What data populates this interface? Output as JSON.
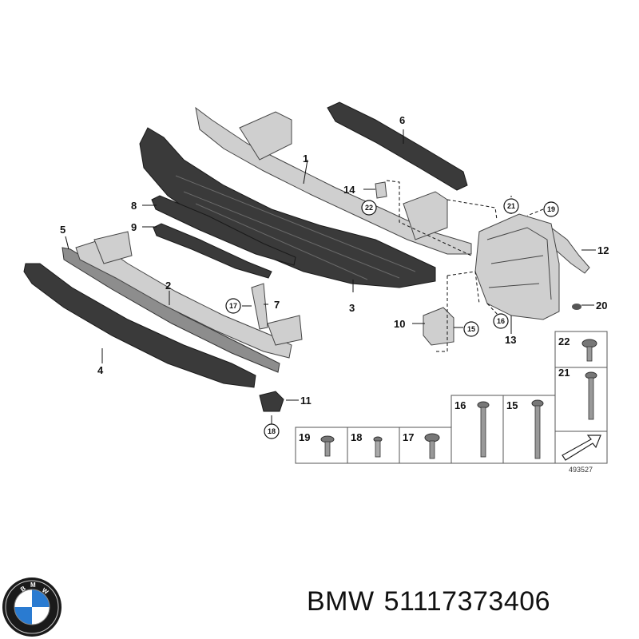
{
  "diagram": {
    "callouts": [
      "1",
      "2",
      "3",
      "4",
      "5",
      "6",
      "7",
      "8",
      "9",
      "10",
      "11",
      "12",
      "13",
      "14",
      "15",
      "16",
      "17",
      "18",
      "19",
      "20",
      "21",
      "22"
    ],
    "circled": [
      "22",
      "21",
      "19",
      "17",
      "15",
      "16",
      "18"
    ],
    "fasteners": [
      "19",
      "18",
      "17",
      "16",
      "15",
      "22",
      "21"
    ],
    "diagram_id": "493527"
  },
  "footer": {
    "brand": "BMW",
    "part_number": "51117373406",
    "logo_icon": "bmw-roundel-icon"
  },
  "colors": {
    "part_dark": "#3a3a3a",
    "part_light": "#cfcfcf",
    "roundel_blue": "#2a7bd1",
    "roundel_ring": "#1a1a1a"
  }
}
